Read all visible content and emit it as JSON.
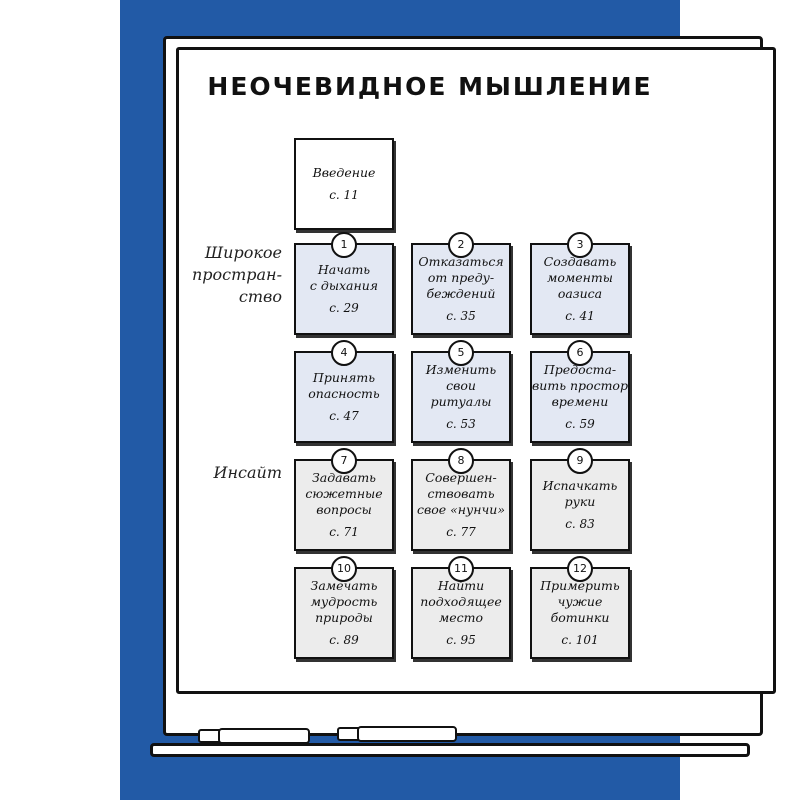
{
  "title": "НЕОЧЕВИДНОЕ МЫШЛЕНИЕ",
  "colors": {
    "background": "#225aa6",
    "note_blue": "#e3e8f3",
    "note_gray": "#ececec"
  },
  "sections": [
    {
      "label": "Широкое\nпростран-\nство"
    },
    {
      "label": "Инсайт"
    }
  ],
  "intro": {
    "label": "Введение",
    "page": "с. 11"
  },
  "chapters": [
    {
      "num": "1",
      "label": "Начать\nс дыхания",
      "page": "с. 29"
    },
    {
      "num": "2",
      "label": "Отказаться\nот преду-\nбеждений",
      "page": "с. 35"
    },
    {
      "num": "3",
      "label": "Создавать\nмоменты\nоазиса",
      "page": "с. 41"
    },
    {
      "num": "4",
      "label": "Принять\nопасность",
      "page": "с. 47"
    },
    {
      "num": "5",
      "label": "Изменить\nсвои\nритуалы",
      "page": "с. 53"
    },
    {
      "num": "6",
      "label": "Предоста-\nвить простор\nвремени",
      "page": "с. 59"
    },
    {
      "num": "7",
      "label": "Задавать\nсюжетные\nвопросы",
      "page": "с. 71"
    },
    {
      "num": "8",
      "label": "Совершен-\nствовать\nсвое «нунчи»",
      "page": "с. 77"
    },
    {
      "num": "9",
      "label": "Испачкать\nруки",
      "page": "с. 83"
    },
    {
      "num": "10",
      "label": "Замечать\nмудрость\nприроды",
      "page": "с. 89"
    },
    {
      "num": "11",
      "label": "Найти\nподходящее\nместо",
      "page": "с. 95"
    },
    {
      "num": "12",
      "label": "Примерить\nчужие\nботинки",
      "page": "с. 101"
    }
  ]
}
